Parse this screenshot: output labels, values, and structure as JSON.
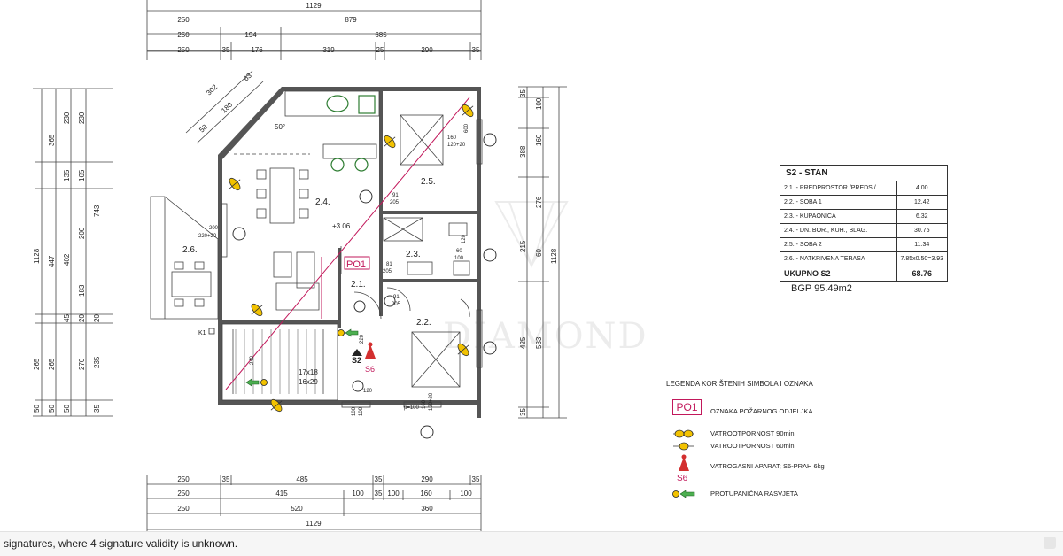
{
  "dims": {
    "top": {
      "r1_total": "1129",
      "r2": [
        "250",
        "879"
      ],
      "r3": [
        "250",
        "194",
        "685"
      ],
      "r4": [
        "250",
        "35",
        "176",
        "319",
        "25",
        "290",
        "35"
      ]
    },
    "bottom": {
      "r1": [
        "250",
        "35",
        "485",
        "35",
        "290",
        "35"
      ],
      "r2": [
        "250",
        "415",
        "100",
        "35",
        "100",
        "160",
        "100"
      ],
      "r3": [
        "250",
        "520",
        "360"
      ],
      "r4_total": "1129"
    },
    "left": {
      "o1": [
        "50",
        "265",
        "447",
        "1128"
      ],
      "o2": [
        "365",
        "135",
        "402",
        "45",
        "265",
        "50"
      ],
      "o3": [
        "230",
        "165",
        "200",
        "183",
        "20",
        "270",
        "50"
      ],
      "o4": [
        "230",
        "743",
        "20",
        "235",
        "35"
      ]
    },
    "right": {
      "r1": [
        "35",
        "100",
        "160",
        "276",
        "60",
        "215",
        "35"
      ],
      "r2": [
        "388",
        "533",
        "425"
      ],
      "r3_total": "1128"
    },
    "diag": [
      "302",
      "180",
      "63",
      "58"
    ]
  },
  "rooms_on_plan": {
    "r24": "2.4.",
    "r25": "2.5.",
    "r26": "2.6.",
    "r23": "2.3.",
    "r21": "2.1.",
    "r22": "2.2.",
    "po1": "PO1",
    "s2": "S2",
    "s6": "S6",
    "k1": "K1",
    "height_mark": "+3.06",
    "stair": [
      "17x18",
      "16x29"
    ],
    "angle": "50°"
  },
  "openings": {
    "o1": [
      "200",
      "220+20"
    ],
    "o2": [
      "160",
      "120+20"
    ],
    "o3": [
      "91",
      "205"
    ],
    "o4": [
      "60",
      "100"
    ],
    "o5": [
      "81",
      "205"
    ],
    "o6": [
      "91",
      "205"
    ],
    "o7": [
      "220"
    ],
    "o8": [
      "120"
    ],
    "o9": [
      "100",
      "100"
    ],
    "o10": [
      "p=100",
      "160",
      "120+20"
    ],
    "o11": [
      "120"
    ],
    "o12": [
      "240"
    ],
    "o13": [
      "600"
    ]
  },
  "table": {
    "title": "S2 - STAN",
    "rows": [
      {
        "label": "2.1. - PREDPROSTOR /PREDS./",
        "value": "4.00"
      },
      {
        "label": "2.2. - SOBA 1",
        "value": "12.42"
      },
      {
        "label": "2.3. - KUPAONICA",
        "value": "6.32"
      },
      {
        "label": "2.4. - DN. BOR., KUH., BLAG.",
        "value": "30.75"
      },
      {
        "label": "2.5. - SOBA 2",
        "value": "11.34"
      },
      {
        "label": "2.6. - NATKRIVENA TERASA",
        "value": "7.85x0.50=3.93"
      }
    ],
    "total_label": "UKUPNO S2",
    "total_value": "68.76"
  },
  "bgp": "BGP 95.49m2",
  "legend": {
    "title": "LEGENDA KORIŠTENIH SIMBOLA I OZNAKA",
    "po1_symbol": "PO1",
    "po1_label": "OZNAKA POŽARNOG ODJELJKA",
    "fire90": "VATROOTPORNOST 90min",
    "fire60": "VATROOTPORNOST 60min",
    "extinguisher_symbol": "S6",
    "extinguisher": "VATROGASNI APARAT; S6-PRAH 6kg",
    "panic": "PROTUPANIČNA RASVJETA"
  },
  "watermark": "DIAMOND",
  "statusbar": {
    "text": "signatures, where 4 signature validity is unknown."
  },
  "colors": {
    "wall": "#333333",
    "pink": "#c2185b",
    "red": "#d32f2f",
    "yellow": "#f2c200",
    "green": "#4caf50",
    "watermark": "#e9e9e9"
  }
}
